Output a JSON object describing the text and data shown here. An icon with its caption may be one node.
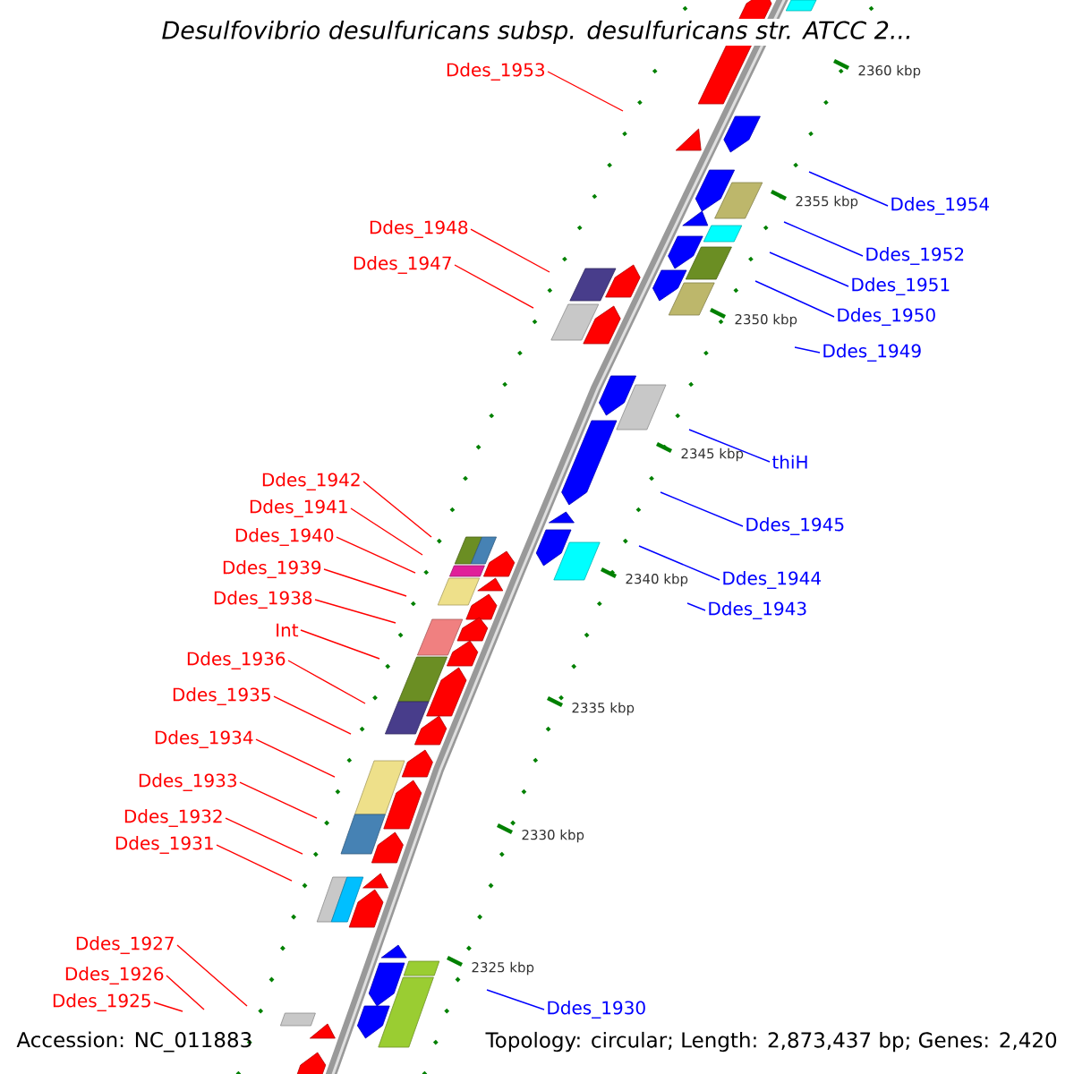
{
  "diagram": {
    "title": "Desulfovibrio desulfuricans subsp. desulfuricans str. ATCC 2...",
    "nodes": [
      {
        "text": [
          "Ddes_1953"
        ]
      },
      {
        "text": [
          "Ddes_1954"
        ]
      },
      {
        "text": [
          "Ddes_1948"
        ]
      },
      {
        "text": [
          "Ddes_1952"
        ]
      },
      {
        "text": [
          "Ddes_1947"
        ]
      },
      {
        "text": [
          "Ddes_1951"
        ]
      },
      {
        "text": [
          "Ddes_1950"
        ]
      },
      {
        "text": [
          "Ddes_1949"
        ]
      },
      {
        "text": [
          "thiH"
        ]
      },
      {
        "text": [
          "Ddes_1942"
        ]
      },
      {
        "text": [
          "Ddes_1941"
        ]
      },
      {
        "text": [
          "Ddes_1945"
        ]
      },
      {
        "text": [
          "Ddes_1940"
        ]
      },
      {
        "text": [
          "Ddes_1939"
        ]
      },
      {
        "text": [
          "Ddes_1944"
        ]
      },
      {
        "text": [
          "Ddes_1938"
        ]
      },
      {
        "text": [
          "Ddes_1943"
        ]
      },
      {
        "text": [
          "Int"
        ]
      },
      {
        "text": [
          "Ddes_1936"
        ]
      },
      {
        "text": [
          "Ddes_1935"
        ]
      },
      {
        "text": [
          "Ddes_1934"
        ]
      },
      {
        "text": [
          "Ddes_1933"
        ]
      },
      {
        "text": [
          "Ddes_1932"
        ]
      },
      {
        "text": [
          "Ddes_1931"
        ]
      },
      {
        "text": [
          "Ddes_1927"
        ]
      },
      {
        "text": [
          "Ddes_1926"
        ]
      },
      {
        "text": [
          "Ddes_1925"
        ]
      },
      {
        "text": [
          "Ddes_1930"
        ]
      }
    ],
    "edges": [
      {
        "from": 0,
        "to": null,
        "arrow": "none"
      },
      {
        "from": 1,
        "to": null,
        "arrow": "none",
        "color": "#0000ff"
      },
      {
        "from": 2,
        "to": null,
        "arrow": "none"
      },
      {
        "from": 3,
        "to": null,
        "arrow": "none",
        "color": "#0000ff"
      },
      {
        "from": 4,
        "to": null,
        "arrow": "none"
      },
      {
        "from": 5,
        "to": null,
        "arrow": "none",
        "color": "#0000ff"
      },
      {
        "from": 6,
        "to": null,
        "arrow": "none",
        "color": "#0000ff"
      },
      {
        "from": 7,
        "to": null,
        "arrow": "none",
        "color": "#0000ff"
      },
      {
        "from": 8,
        "to": null,
        "arrow": "none",
        "color": "#0000ff"
      },
      {
        "from": 9,
        "to": null,
        "arrow": "none"
      },
      {
        "from": 10,
        "to": null,
        "arrow": "none"
      },
      {
        "from": 11,
        "to": null,
        "arrow": "none",
        "color": "#0000ff"
      },
      {
        "from": 12,
        "to": null,
        "arrow": "none"
      },
      {
        "from": 13,
        "to": null,
        "arrow": "none"
      },
      {
        "from": 14,
        "to": null,
        "arrow": "none",
        "color": "#0000ff"
      },
      {
        "from": 15,
        "to": null,
        "arrow": "none"
      },
      {
        "from": 16,
        "to": null,
        "arrow": "none",
        "color": "#0000ff"
      },
      {
        "from": 17,
        "to": null,
        "arrow": "none"
      },
      {
        "from": 18,
        "to": null,
        "arrow": "none"
      },
      {
        "from": 19,
        "to": null,
        "arrow": "none"
      },
      {
        "from": 20,
        "to": null,
        "arrow": "none"
      },
      {
        "from": 21,
        "to": null,
        "arrow": "none"
      },
      {
        "from": 22,
        "to": null,
        "arrow": "none"
      },
      {
        "from": 23,
        "to": null,
        "arrow": "none"
      },
      {
        "from": 24,
        "to": null,
        "arrow": "none"
      },
      {
        "from": 25,
        "to": null,
        "arrow": "none"
      },
      {
        "from": 26,
        "to": null,
        "arrow": "none"
      },
      {
        "from": 27,
        "to": null,
        "arrow": "none",
        "color": "#0000ff"
      }
    ],
    "labels": [
      "2360 kbp",
      "2355 kbp",
      "2350 kbp",
      "2345 kbp",
      "2340 kbp",
      "2335 kbp",
      "2330 kbp",
      "2325 kbp",
      "Accession: NC_011883",
      "Topology: circular; Length: 2,873,437 bp; Genes: 2,420"
    ]
  }
}
